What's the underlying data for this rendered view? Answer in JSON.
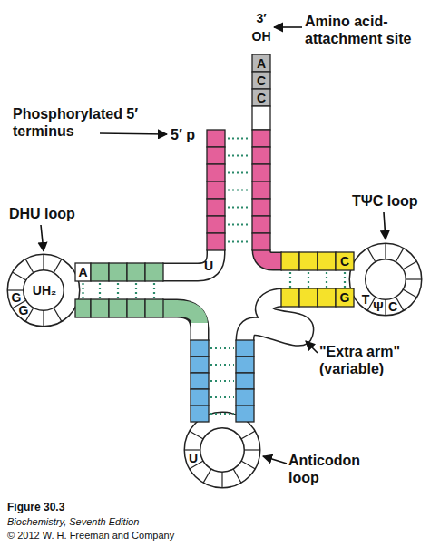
{
  "diagram": {
    "labels": [
      "3′",
      "OH",
      "Amino acid-attachment site",
      "A",
      "C",
      "C",
      "Phosphorylated 5′ terminus",
      "5′ p",
      "DHU loop",
      "TΨC loop",
      "A",
      "UH₂",
      "U",
      "C",
      "G",
      "T",
      "Ψ",
      "C",
      "G",
      "G",
      "\"Extra arm\" (variable)",
      "U",
      "Anticodon loop",
      "Figure 30.3",
      "Biochemistry, Seventh Edition",
      "© 2012 W. H. Freeman and Company"
    ]
  }
}
